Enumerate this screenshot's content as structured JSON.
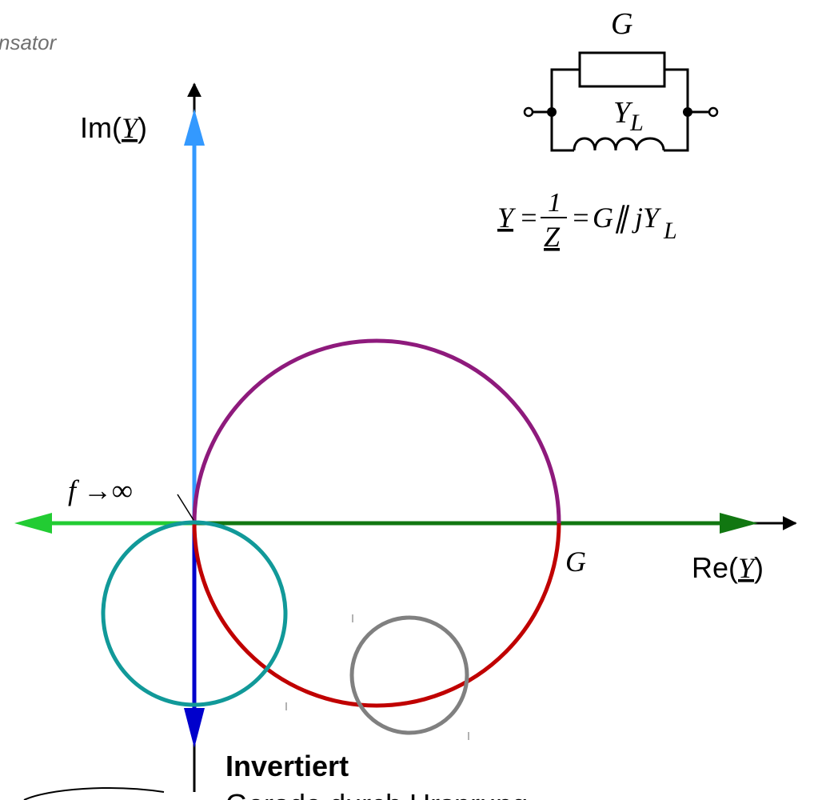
{
  "header": {
    "partial_title": "nsator"
  },
  "axes": {
    "imag_label_prefix": "Im(",
    "imag_label_var": "Y",
    "imag_label_suffix": ")",
    "real_label_prefix": "Re(",
    "real_label_var": "Y",
    "real_label_suffix": ")"
  },
  "markers": {
    "limit_label": "f →∞",
    "g_point_label": "G"
  },
  "circuit": {
    "conductance_label": "G",
    "admittance_label": "Y",
    "admittance_sub": "L"
  },
  "formula": {
    "lhs": "Y",
    "eq1": "=",
    "num": "1",
    "den": "Z",
    "eq2": "=",
    "rhs": "G∥ jY",
    "rhs_sub": "L"
  },
  "footer": {
    "title": "Invertiert",
    "subtitle": "Gerade durch Ursprung"
  },
  "colors": {
    "axis": "#000000",
    "imag_positive": "#3399ff",
    "imag_negative": "#0000cc",
    "real_left": "#22cc33",
    "real_right": "#117711",
    "locus_upper": "#8e1a7c",
    "locus_lower": "#c00000",
    "circle_teal": "#119999",
    "circle_gray": "#808080"
  }
}
